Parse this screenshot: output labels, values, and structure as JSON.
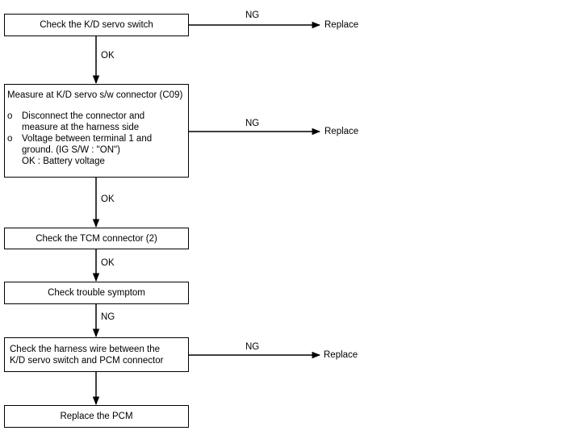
{
  "steps": [
    {
      "text": "Check the K/D servo switch"
    },
    {
      "title": "Measure at K/D servo s/w connector (C09)",
      "bullets": [
        {
          "marker": "o",
          "lines": [
            "Disconnect the connector and",
            "measure at the harness side"
          ]
        },
        {
          "marker": "o",
          "lines": [
            "Voltage between terminal 1 and",
            "ground. (IG S/W : \"ON\")"
          ]
        }
      ],
      "ok": "OK : Battery voltage"
    },
    {
      "text": "Check the TCM connector (2)"
    },
    {
      "text": "Check trouble symptom"
    },
    {
      "lines": [
        "Check the harness wire between the",
        "K/D servo switch and PCM connector"
      ]
    },
    {
      "text": "Replace the PCM"
    }
  ],
  "edges": {
    "down": [
      "OK",
      "OK",
      "OK",
      "NG",
      ""
    ],
    "side": [
      {
        "label": "NG",
        "target": "Replace"
      },
      {
        "label": "NG",
        "target": "Replace"
      },
      {
        "label": "NG",
        "target": "Replace"
      }
    ]
  }
}
